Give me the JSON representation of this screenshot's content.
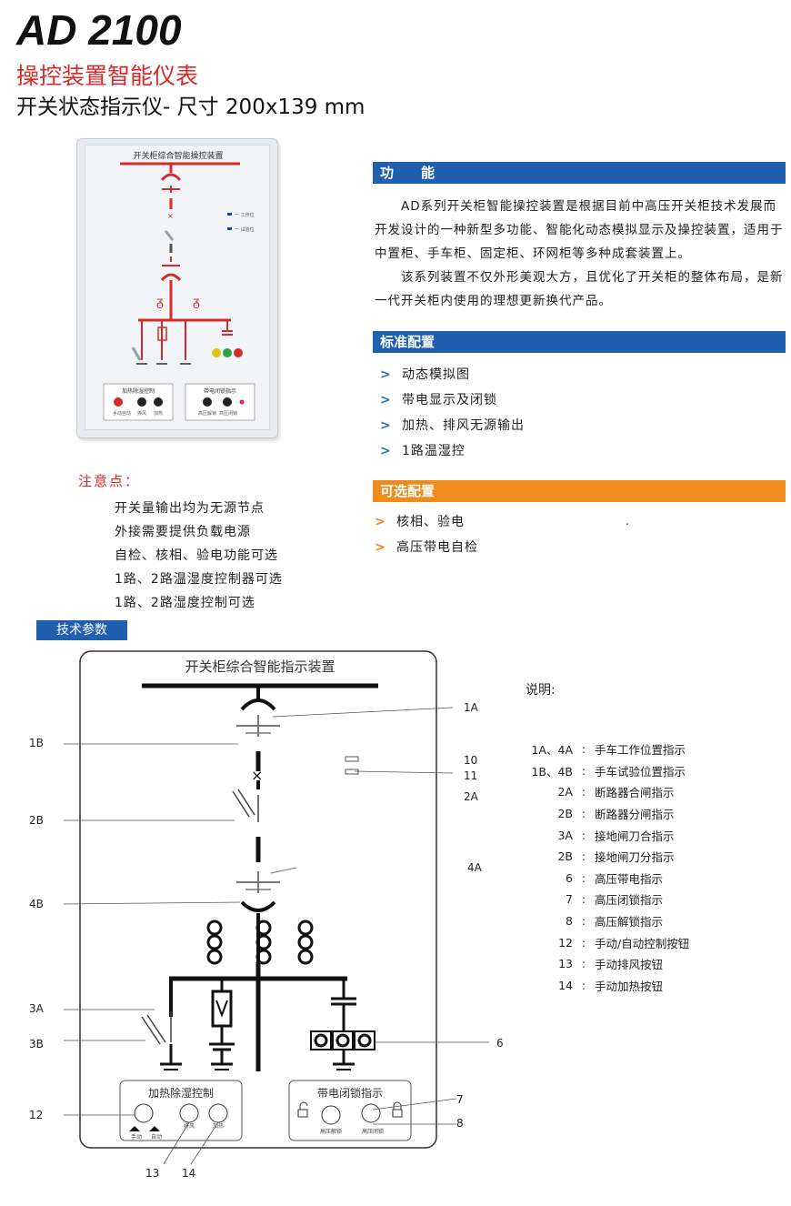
{
  "header": {
    "title": "AD 2100",
    "subtitle1": "操控装置智能仪表",
    "subtitle2": "开关状态指示仪- 尺寸 200x139 mm"
  },
  "photo": {
    "panel_title": "开关柜综合智能操控装置",
    "legend_items": [
      "一 工作位",
      "一 试验位"
    ],
    "left_box_title": "加热除湿控制",
    "right_box_title": "带电闭锁指示",
    "left_box_labels": [
      "手动",
      "自动",
      "排风",
      "加热"
    ],
    "right_box_labels": [
      "高压解锁",
      "高压闭锁"
    ]
  },
  "function": {
    "heading": "功　　能",
    "paragraphs": [
      "　　AD系列开关柜智能操控装置是根据目前中高压开关柜技术发展而开发设计的一种新型多功能、智能化动态模拟显示及操控装置，适用于中置柜、手车柜、固定柜、环网柜等多种成套装置上。",
      "　　该系列装置不仅外形美观大方，且优化了开关柜的整体布局，是新一代开关柜内使用的理想更新换代产品。"
    ]
  },
  "standard": {
    "heading": "标准配置",
    "marker": ">",
    "items": [
      "动态模拟图",
      "带电显示及闭锁",
      "加热、排风无源输出",
      "1路温湿控"
    ]
  },
  "optional": {
    "heading": "可选配置",
    "marker": ">",
    "items": [
      "核相、验电",
      "高压带电自检"
    ],
    "dot": "."
  },
  "notes": {
    "title": "注意点：",
    "items": [
      "开关量输出均为无源节点",
      "外接需要提供负载电源",
      "自检、核相、验电功能可选",
      "1路、2路温湿度控制器可选",
      "1路、2路湿度控制可选"
    ]
  },
  "tech": {
    "heading": "技术参数"
  },
  "diagram": {
    "panel_title": "开关柜综合智能指示装置",
    "left_box_title": "加热除湿控制",
    "right_box_title": "带电闭锁指示",
    "left_box_labels": [
      "手动",
      "自动",
      "排风",
      "加热"
    ],
    "right_box_labels": [
      "高压解锁",
      "高压闭锁"
    ],
    "callouts": {
      "c1A": "1A",
      "c1B": "1B",
      "c10": "10",
      "c11": "11",
      "c2A": "2A",
      "c2B": "2B",
      "c4A": "4A",
      "c4B": "4B",
      "c3A": "3A",
      "c3B": "3B",
      "c6": "6",
      "c7": "7",
      "c8": "8",
      "c12": "12",
      "c13": "13",
      "c14": "14"
    }
  },
  "legend": {
    "title": "说明:",
    "separator": ":",
    "rows": [
      {
        "key": "1A、4A",
        "val": "手车工作位置指示"
      },
      {
        "key": "1B、4B",
        "val": "手车试验位置指示"
      },
      {
        "key": "2A",
        "val": "断路器合闸指示"
      },
      {
        "key": "2B",
        "val": "断路器分闸指示"
      },
      {
        "key": "3A",
        "val": "接地闸刀合指示"
      },
      {
        "key": "2B",
        "val": "接地闸刀分指示"
      },
      {
        "key": "6",
        "val": "高压带电指示"
      },
      {
        "key": "7",
        "val": "高压闭锁指示"
      },
      {
        "key": "8",
        "val": "高压解锁指示"
      },
      {
        "key": "12",
        "val": "手动/自动控制按钮"
      },
      {
        "key": "13",
        "val": "手动排风按钮"
      },
      {
        "key": "14",
        "val": "手动加热按钮"
      }
    ]
  },
  "colors": {
    "accent_blue": "#1f5fae",
    "accent_orange": "#ef8a1b",
    "accent_red": "#d62a2a"
  }
}
